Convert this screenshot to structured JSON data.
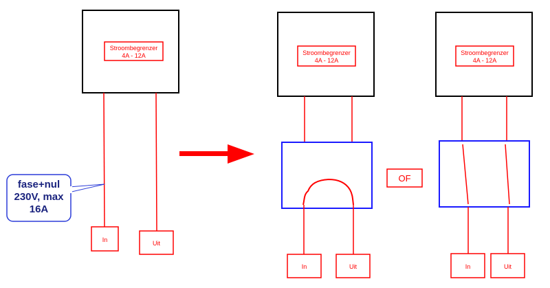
{
  "limiter": {
    "title": "Stroombegrenzer",
    "range": "4A - 12A"
  },
  "terminals": {
    "in": "In",
    "out": "Uit"
  },
  "callout": {
    "line1": "fase+nul",
    "line2": "230V, max",
    "line3": "16A"
  },
  "separator": "OF",
  "colors": {
    "wire": "#ff0000",
    "box": "#000000",
    "switch_box": "#1a1aff",
    "arrow": "#ff0000",
    "callout_border": "#2b3cd8"
  }
}
